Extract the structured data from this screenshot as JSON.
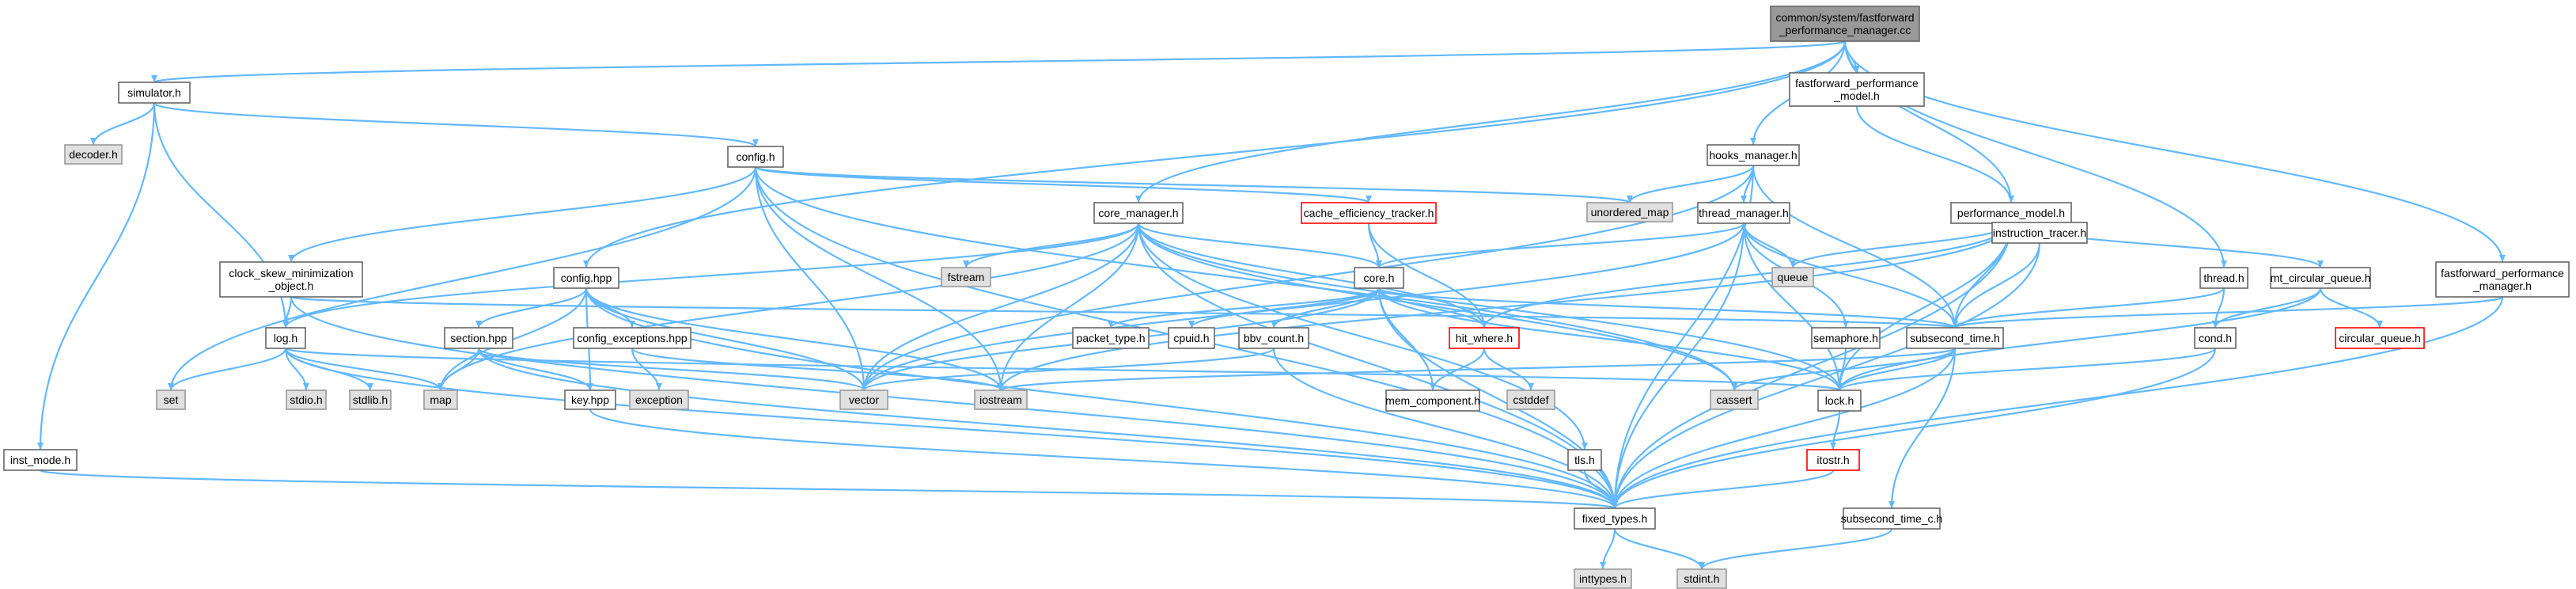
{
  "colors": {
    "edge": "#63b8ff",
    "root_fill": "#999999",
    "root_border": "#666666",
    "node_fill": "#ffffff",
    "node_border": "#666666",
    "system_fill": "#e0e0e0",
    "system_border": "#999999",
    "truncated_border": "#ff0000"
  },
  "nodes": [
    {
      "id": "root",
      "lines": [
        "common/system/fastforward",
        "_performance_manager.cc"
      ],
      "kind": "root"
    },
    {
      "id": "simulator_h",
      "lines": [
        "simulator.h"
      ],
      "kind": "normal"
    },
    {
      "id": "decoder_h",
      "lines": [
        "decoder.h"
      ],
      "kind": "system"
    },
    {
      "id": "inst_mode_h",
      "lines": [
        "inst_mode.h"
      ],
      "kind": "normal"
    },
    {
      "id": "config_h",
      "lines": [
        "config.h"
      ],
      "kind": "normal"
    },
    {
      "id": "ff_perf_model_h",
      "lines": [
        "fastforward_performance",
        "_model.h"
      ],
      "kind": "normal"
    },
    {
      "id": "hooks_manager_h",
      "lines": [
        "hooks_manager.h"
      ],
      "kind": "normal"
    },
    {
      "id": "unordered_map",
      "lines": [
        "unordered_map"
      ],
      "kind": "system"
    },
    {
      "id": "cache_eff_h",
      "lines": [
        "cache_efficiency_tracker.h"
      ],
      "kind": "truncated"
    },
    {
      "id": "core_manager_h",
      "lines": [
        "core_manager.h"
      ],
      "kind": "normal"
    },
    {
      "id": "thread_manager_h",
      "lines": [
        "thread_manager.h"
      ],
      "kind": "normal"
    },
    {
      "id": "perf_model_h",
      "lines": [
        "performance_model.h"
      ],
      "kind": "normal"
    },
    {
      "id": "clock_skew_h",
      "lines": [
        "clock_skew_minimization",
        "_object.h"
      ],
      "kind": "normal"
    },
    {
      "id": "config_hpp",
      "lines": [
        "config.hpp"
      ],
      "kind": "normal"
    },
    {
      "id": "fstream",
      "lines": [
        "fstream"
      ],
      "kind": "system"
    },
    {
      "id": "core_h",
      "lines": [
        "core.h"
      ],
      "kind": "normal"
    },
    {
      "id": "queue",
      "lines": [
        "queue"
      ],
      "kind": "system"
    },
    {
      "id": "instruction_tracer_h",
      "lines": [
        "instruction_tracer.h"
      ],
      "kind": "normal"
    },
    {
      "id": "thread_h",
      "lines": [
        "thread.h"
      ],
      "kind": "normal"
    },
    {
      "id": "mt_circular_queue_h",
      "lines": [
        "mt_circular_queue.h"
      ],
      "kind": "normal"
    },
    {
      "id": "ff_perf_manager_h",
      "lines": [
        "fastforward_performance",
        "_manager.h"
      ],
      "kind": "normal"
    },
    {
      "id": "log_h",
      "lines": [
        "log.h"
      ],
      "kind": "normal"
    },
    {
      "id": "section_hpp",
      "lines": [
        "section.hpp"
      ],
      "kind": "normal"
    },
    {
      "id": "config_exceptions_hpp",
      "lines": [
        "config_exceptions.hpp"
      ],
      "kind": "normal"
    },
    {
      "id": "packet_type_h",
      "lines": [
        "packet_type.h"
      ],
      "kind": "normal"
    },
    {
      "id": "cpuid_h",
      "lines": [
        "cpuid.h"
      ],
      "kind": "normal"
    },
    {
      "id": "bbv_count_h",
      "lines": [
        "bbv_count.h"
      ],
      "kind": "normal"
    },
    {
      "id": "hit_where_h",
      "lines": [
        "hit_where.h"
      ],
      "kind": "truncated"
    },
    {
      "id": "semaphore_h",
      "lines": [
        "semaphore.h"
      ],
      "kind": "normal"
    },
    {
      "id": "subsecond_time_h",
      "lines": [
        "subsecond_time.h"
      ],
      "kind": "normal"
    },
    {
      "id": "cond_h",
      "lines": [
        "cond.h"
      ],
      "kind": "normal"
    },
    {
      "id": "circular_queue_h",
      "lines": [
        "circular_queue.h"
      ],
      "kind": "truncated"
    },
    {
      "id": "set",
      "lines": [
        "set"
      ],
      "kind": "system"
    },
    {
      "id": "stdio_h",
      "lines": [
        "stdio.h"
      ],
      "kind": "system"
    },
    {
      "id": "stdlib_h",
      "lines": [
        "stdlib.h"
      ],
      "kind": "system"
    },
    {
      "id": "map",
      "lines": [
        "map"
      ],
      "kind": "system"
    },
    {
      "id": "exception",
      "lines": [
        "exception"
      ],
      "kind": "system"
    },
    {
      "id": "key_hpp",
      "lines": [
        "key.hpp"
      ],
      "kind": "normal"
    },
    {
      "id": "vector",
      "lines": [
        "vector"
      ],
      "kind": "system"
    },
    {
      "id": "iostream",
      "lines": [
        "iostream"
      ],
      "kind": "system"
    },
    {
      "id": "mem_component_h",
      "lines": [
        "mem_component.h"
      ],
      "kind": "normal"
    },
    {
      "id": "cstddef",
      "lines": [
        "cstddef"
      ],
      "kind": "system"
    },
    {
      "id": "cassert",
      "lines": [
        "cassert"
      ],
      "kind": "system"
    },
    {
      "id": "lock_h",
      "lines": [
        "lock.h"
      ],
      "kind": "normal"
    },
    {
      "id": "itostr_h",
      "lines": [
        "itostr.h"
      ],
      "kind": "truncated"
    },
    {
      "id": "tls_h",
      "lines": [
        "tls.h"
      ],
      "kind": "normal"
    },
    {
      "id": "subsecond_time_c_h",
      "lines": [
        "subsecond_time_c.h"
      ],
      "kind": "normal"
    },
    {
      "id": "fixed_types_h",
      "lines": [
        "fixed_types.h"
      ],
      "kind": "normal"
    },
    {
      "id": "inttypes_h",
      "lines": [
        "inttypes.h"
      ],
      "kind": "system"
    },
    {
      "id": "stdint_h",
      "lines": [
        "stdint.h"
      ],
      "kind": "system"
    }
  ],
  "edges": [
    [
      "root",
      "simulator_h"
    ],
    [
      "root",
      "config_hpp"
    ],
    [
      "root",
      "core_manager_h"
    ],
    [
      "root",
      "ff_perf_model_h"
    ],
    [
      "root",
      "hooks_manager_h"
    ],
    [
      "root",
      "perf_model_h"
    ],
    [
      "root",
      "thread_h"
    ],
    [
      "root",
      "ff_perf_manager_h"
    ],
    [
      "simulator_h",
      "decoder_h"
    ],
    [
      "simulator_h",
      "config_h"
    ],
    [
      "simulator_h",
      "inst_mode_h"
    ],
    [
      "simulator_h",
      "log_h"
    ],
    [
      "inst_mode_h",
      "fixed_types_h"
    ],
    [
      "config_h",
      "clock_skew_h"
    ],
    [
      "config_h",
      "cache_eff_h"
    ],
    [
      "config_h",
      "unordered_map"
    ],
    [
      "config_h",
      "set"
    ],
    [
      "config_h",
      "vector"
    ],
    [
      "config_h",
      "iostream"
    ],
    [
      "config_h",
      "cassert"
    ],
    [
      "config_h",
      "fixed_types_h"
    ],
    [
      "ff_perf_model_h",
      "perf_model_h"
    ],
    [
      "hooks_manager_h",
      "unordered_map"
    ],
    [
      "hooks_manager_h",
      "thread_manager_h"
    ],
    [
      "hooks_manager_h",
      "subsecond_time_h"
    ],
    [
      "hooks_manager_h",
      "vector"
    ],
    [
      "hooks_manager_h",
      "fixed_types_h"
    ],
    [
      "cache_eff_h",
      "core_h"
    ],
    [
      "cache_eff_h",
      "hit_where_h"
    ],
    [
      "core_manager_h",
      "fstream"
    ],
    [
      "core_manager_h",
      "core_h"
    ],
    [
      "core_manager_h",
      "log_h"
    ],
    [
      "core_manager_h",
      "map"
    ],
    [
      "core_manager_h",
      "vector"
    ],
    [
      "core_manager_h",
      "iostream"
    ],
    [
      "core_manager_h",
      "lock_h"
    ],
    [
      "core_manager_h",
      "tls_h"
    ],
    [
      "core_manager_h",
      "fixed_types_h"
    ],
    [
      "core_manager_h",
      "hit_where_h"
    ],
    [
      "core_manager_h",
      "cassert"
    ],
    [
      "thread_manager_h",
      "core_h"
    ],
    [
      "thread_manager_h",
      "queue"
    ],
    [
      "thread_manager_h",
      "semaphore_h"
    ],
    [
      "thread_manager_h",
      "subsecond_time_h"
    ],
    [
      "thread_manager_h",
      "lock_h"
    ],
    [
      "thread_manager_h",
      "vector"
    ],
    [
      "thread_manager_h",
      "fixed_types_h"
    ],
    [
      "perf_model_h",
      "queue"
    ],
    [
      "perf_model_h",
      "instruction_tracer_h"
    ],
    [
      "perf_model_h",
      "mt_circular_queue_h"
    ],
    [
      "perf_model_h",
      "subsecond_time_h"
    ],
    [
      "perf_model_h",
      "hit_where_h"
    ],
    [
      "perf_model_h",
      "lock_h"
    ],
    [
      "perf_model_h",
      "fixed_types_h"
    ],
    [
      "perf_model_h",
      "iostream"
    ],
    [
      "clock_skew_h",
      "log_h"
    ],
    [
      "clock_skew_h",
      "subsecond_time_h"
    ],
    [
      "clock_skew_h",
      "fixed_types_h"
    ],
    [
      "config_hpp",
      "section_hpp"
    ],
    [
      "config_hpp",
      "config_exceptions_hpp"
    ],
    [
      "config_hpp",
      "key_hpp"
    ],
    [
      "config_hpp",
      "map"
    ],
    [
      "config_hpp",
      "vector"
    ],
    [
      "config_hpp",
      "iostream"
    ],
    [
      "config_hpp",
      "fixed_types_h"
    ],
    [
      "core_h",
      "packet_type_h"
    ],
    [
      "core_h",
      "cpuid_h"
    ],
    [
      "core_h",
      "bbv_count_h"
    ],
    [
      "core_h",
      "hit_where_h"
    ],
    [
      "core_h",
      "mem_component_h"
    ],
    [
      "core_h",
      "subsecond_time_h"
    ],
    [
      "core_h",
      "lock_h"
    ],
    [
      "core_h",
      "vector"
    ],
    [
      "core_h",
      "fixed_types_h"
    ],
    [
      "instruction_tracer_h",
      "subsecond_time_h"
    ],
    [
      "instruction_tracer_h",
      "fixed_types_h"
    ],
    [
      "thread_h",
      "cond_h"
    ],
    [
      "thread_h",
      "subsecond_time_h"
    ],
    [
      "mt_circular_queue_h",
      "circular_queue_h"
    ],
    [
      "mt_circular_queue_h",
      "cond_h"
    ],
    [
      "mt_circular_queue_h",
      "lock_h"
    ],
    [
      "ff_perf_manager_h",
      "subsecond_time_h"
    ],
    [
      "ff_perf_manager_h",
      "fixed_types_h"
    ],
    [
      "log_h",
      "set"
    ],
    [
      "log_h",
      "stdio_h"
    ],
    [
      "log_h",
      "stdlib_h"
    ],
    [
      "log_h",
      "map"
    ],
    [
      "log_h",
      "lock_h"
    ],
    [
      "log_h",
      "fixed_types_h"
    ],
    [
      "section_hpp",
      "map"
    ],
    [
      "section_hpp",
      "key_hpp"
    ],
    [
      "section_hpp",
      "vector"
    ],
    [
      "section_hpp",
      "fixed_types_h"
    ],
    [
      "config_exceptions_hpp",
      "exception"
    ],
    [
      "config_exceptions_hpp",
      "iostream"
    ],
    [
      "key_hpp",
      "fixed_types_h"
    ],
    [
      "bbv_count_h",
      "vector"
    ],
    [
      "bbv_count_h",
      "fixed_types_h"
    ],
    [
      "hit_where_h",
      "mem_component_h"
    ],
    [
      "hit_where_h",
      "cstddef"
    ],
    [
      "semaphore_h",
      "lock_h"
    ],
    [
      "subsecond_time_h",
      "lock_h"
    ],
    [
      "subsecond_time_h",
      "subsecond_time_c_h"
    ],
    [
      "subsecond_time_h",
      "iostream"
    ],
    [
      "subsecond_time_h",
      "cassert"
    ],
    [
      "subsecond_time_h",
      "fixed_types_h"
    ],
    [
      "cond_h",
      "lock_h"
    ],
    [
      "cond_h",
      "fixed_types_h"
    ],
    [
      "lock_h",
      "itostr_h"
    ],
    [
      "itostr_h",
      "fixed_types_h"
    ],
    [
      "tls_h",
      "fixed_types_h"
    ],
    [
      "subsecond_time_c_h",
      "stdint_h"
    ],
    [
      "fixed_types_h",
      "inttypes_h"
    ],
    [
      "fixed_types_h",
      "stdint_h"
    ]
  ]
}
